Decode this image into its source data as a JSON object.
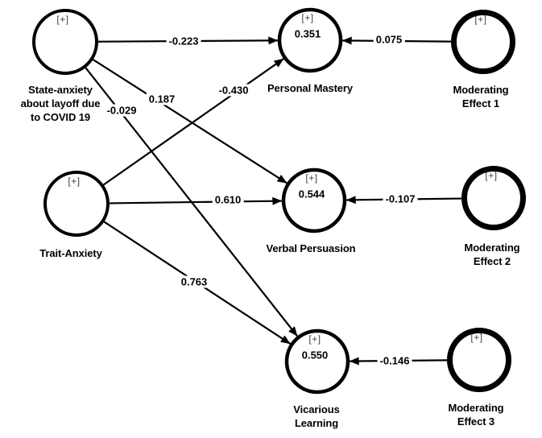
{
  "diagram": {
    "plus_badge": "[+]",
    "colors": {
      "background": "#ffffff",
      "line": "#000000",
      "text": "#000000",
      "plus_badge_text": "#3f3f3f",
      "node_fill": "#ffffff"
    },
    "nodes": [
      {
        "id": "state_anxiety",
        "type": "latent-exogenous",
        "label": "State-anxiety\nabout layoff due\nto COVID 19",
        "value": ""
      },
      {
        "id": "trait_anxiety",
        "type": "latent-exogenous",
        "label": "Trait-Anxiety",
        "value": ""
      },
      {
        "id": "personal_mastery",
        "type": "latent-endogenous",
        "label": "Personal Mastery",
        "value": "0.351"
      },
      {
        "id": "verbal_persuasion",
        "type": "latent-endogenous",
        "label": "Verbal Persuasion",
        "value": "0.544"
      },
      {
        "id": "vicarious_learning",
        "type": "latent-endogenous",
        "label": "Vicarious\nLearning",
        "value": "0.550"
      },
      {
        "id": "moderating_effect_1",
        "type": "moderator",
        "label": "Moderating\nEffect 1",
        "value": ""
      },
      {
        "id": "moderating_effect_2",
        "type": "moderator",
        "label": "Moderating\nEffect 2",
        "value": ""
      },
      {
        "id": "moderating_effect_3",
        "type": "moderator",
        "label": "Moderating\nEffect 3",
        "value": ""
      }
    ],
    "edges": [
      {
        "from": "state_anxiety",
        "to": "personal_mastery",
        "coefficient": "-0.223"
      },
      {
        "from": "state_anxiety",
        "to": "verbal_persuasion",
        "coefficient": "0.187"
      },
      {
        "from": "state_anxiety",
        "to": "vicarious_learning",
        "coefficient": "-0.029"
      },
      {
        "from": "trait_anxiety",
        "to": "personal_mastery",
        "coefficient": "-0.430"
      },
      {
        "from": "trait_anxiety",
        "to": "verbal_persuasion",
        "coefficient": "0.610"
      },
      {
        "from": "trait_anxiety",
        "to": "vicarious_learning",
        "coefficient": "0.763"
      },
      {
        "from": "moderating_effect_1",
        "to": "personal_mastery",
        "coefficient": "0.075"
      },
      {
        "from": "moderating_effect_2",
        "to": "verbal_persuasion",
        "coefficient": "-0.107"
      },
      {
        "from": "moderating_effect_3",
        "to": "vicarious_learning",
        "coefficient": "-0.146"
      }
    ]
  }
}
